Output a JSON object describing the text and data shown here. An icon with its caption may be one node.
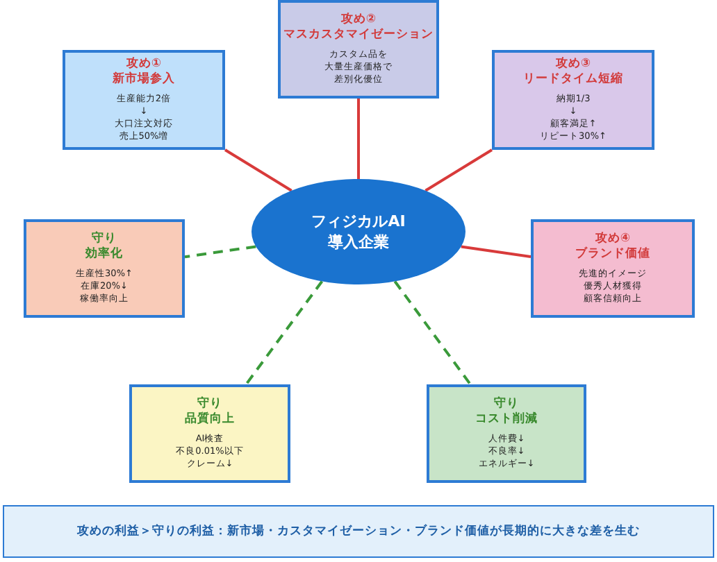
{
  "diagram": {
    "nodes": [
      {
        "text": [
          "フィジカルAI",
          "導入企業"
        ]
      },
      {
        "text": [
          "攻め①",
          "新市場参入",
          "生産能力2倍",
          "↓",
          "大口注文対応",
          "売上50%増"
        ]
      },
      {
        "text": [
          "攻め②",
          "マスカスタマイゼーション",
          "カスタム品を",
          "大量生産価格で",
          "差別化優位"
        ]
      },
      {
        "text": [
          "攻め③",
          "リードタイム短縮",
          "納期1/3",
          "↓",
          "顧客満足↑",
          "リピート30%↑"
        ]
      },
      {
        "text": [
          "守り",
          "効率化",
          "生産性30%↑",
          "在庫20%↓",
          "稼働率向上"
        ]
      },
      {
        "text": [
          "攻め④",
          "ブランド価値",
          "先進的イメージ",
          "優秀人材獲得",
          "顧客信頼向上"
        ]
      },
      {
        "text": [
          "守り",
          "品質向上",
          "AI検査",
          "不良0.01%以下",
          "クレーム↓"
        ]
      },
      {
        "text": [
          "守り",
          "コスト削減",
          "人件費↓",
          "不良率↓",
          "エネルギー↓"
        ]
      },
      {
        "text": [
          "攻めの利益＞守りの利益：新市場・カスタマイゼーション・ブランド価値が長期的に大きな差を生む"
        ]
      }
    ],
    "edges": [
      {
        "from": 0,
        "to": 1,
        "arrow": "none"
      },
      {
        "from": 0,
        "to": 2,
        "arrow": "none"
      },
      {
        "from": 0,
        "to": 3,
        "arrow": "none"
      },
      {
        "from": 0,
        "to": 4,
        "arrow": "none",
        "style": "dashed",
        "color": "#3a9a3a"
      },
      {
        "from": 0,
        "to": 5,
        "arrow": "none"
      },
      {
        "from": 0,
        "to": 6,
        "arrow": "none",
        "style": "dashed",
        "color": "#3a9a3a"
      },
      {
        "from": 0,
        "to": 7,
        "arrow": "none",
        "style": "dashed",
        "color": "#3a9a3a"
      }
    ]
  }
}
